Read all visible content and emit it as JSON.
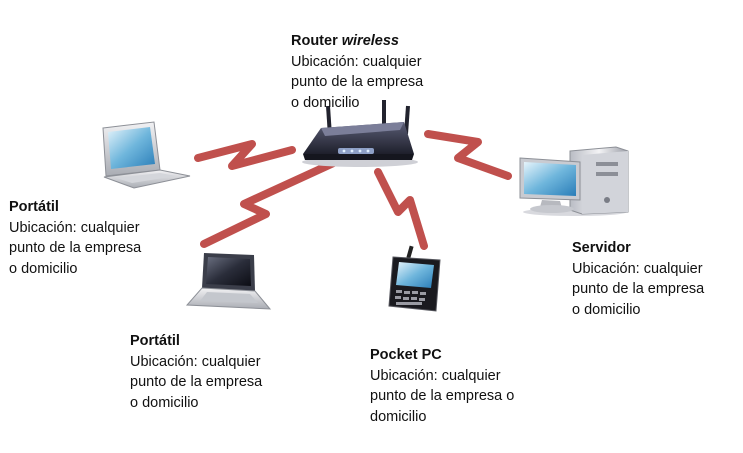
{
  "colors": {
    "link": "#c0504d"
  },
  "nodes": {
    "router": {
      "title_main": "Router ",
      "title_em": "wireless",
      "lines": [
        "Ubicación: cualquier",
        "punto de la empresa",
        "o domicilio"
      ],
      "icon": "wireless-router-icon"
    },
    "laptop_left": {
      "title": "Portátil",
      "lines": [
        "Ubicación: cualquier",
        "punto de la empresa",
        "o domicilio"
      ],
      "icon": "laptop-icon"
    },
    "laptop_bottom": {
      "title": "Portátil",
      "lines": [
        "Ubicación: cualquier",
        "punto de la empresa",
        "o domicilio"
      ],
      "icon": "laptop-icon"
    },
    "pocket_pc": {
      "title": "Pocket PC",
      "lines": [
        "Ubicación: cualquier",
        "punto de la empresa o",
        "domicilio"
      ],
      "icon": "pocket-pc-icon"
    },
    "server": {
      "title": "Servidor",
      "lines": [
        "Ubicación: cualquier",
        "punto de la empresa",
        "o domicilio"
      ],
      "icon": "server-icon"
    }
  }
}
